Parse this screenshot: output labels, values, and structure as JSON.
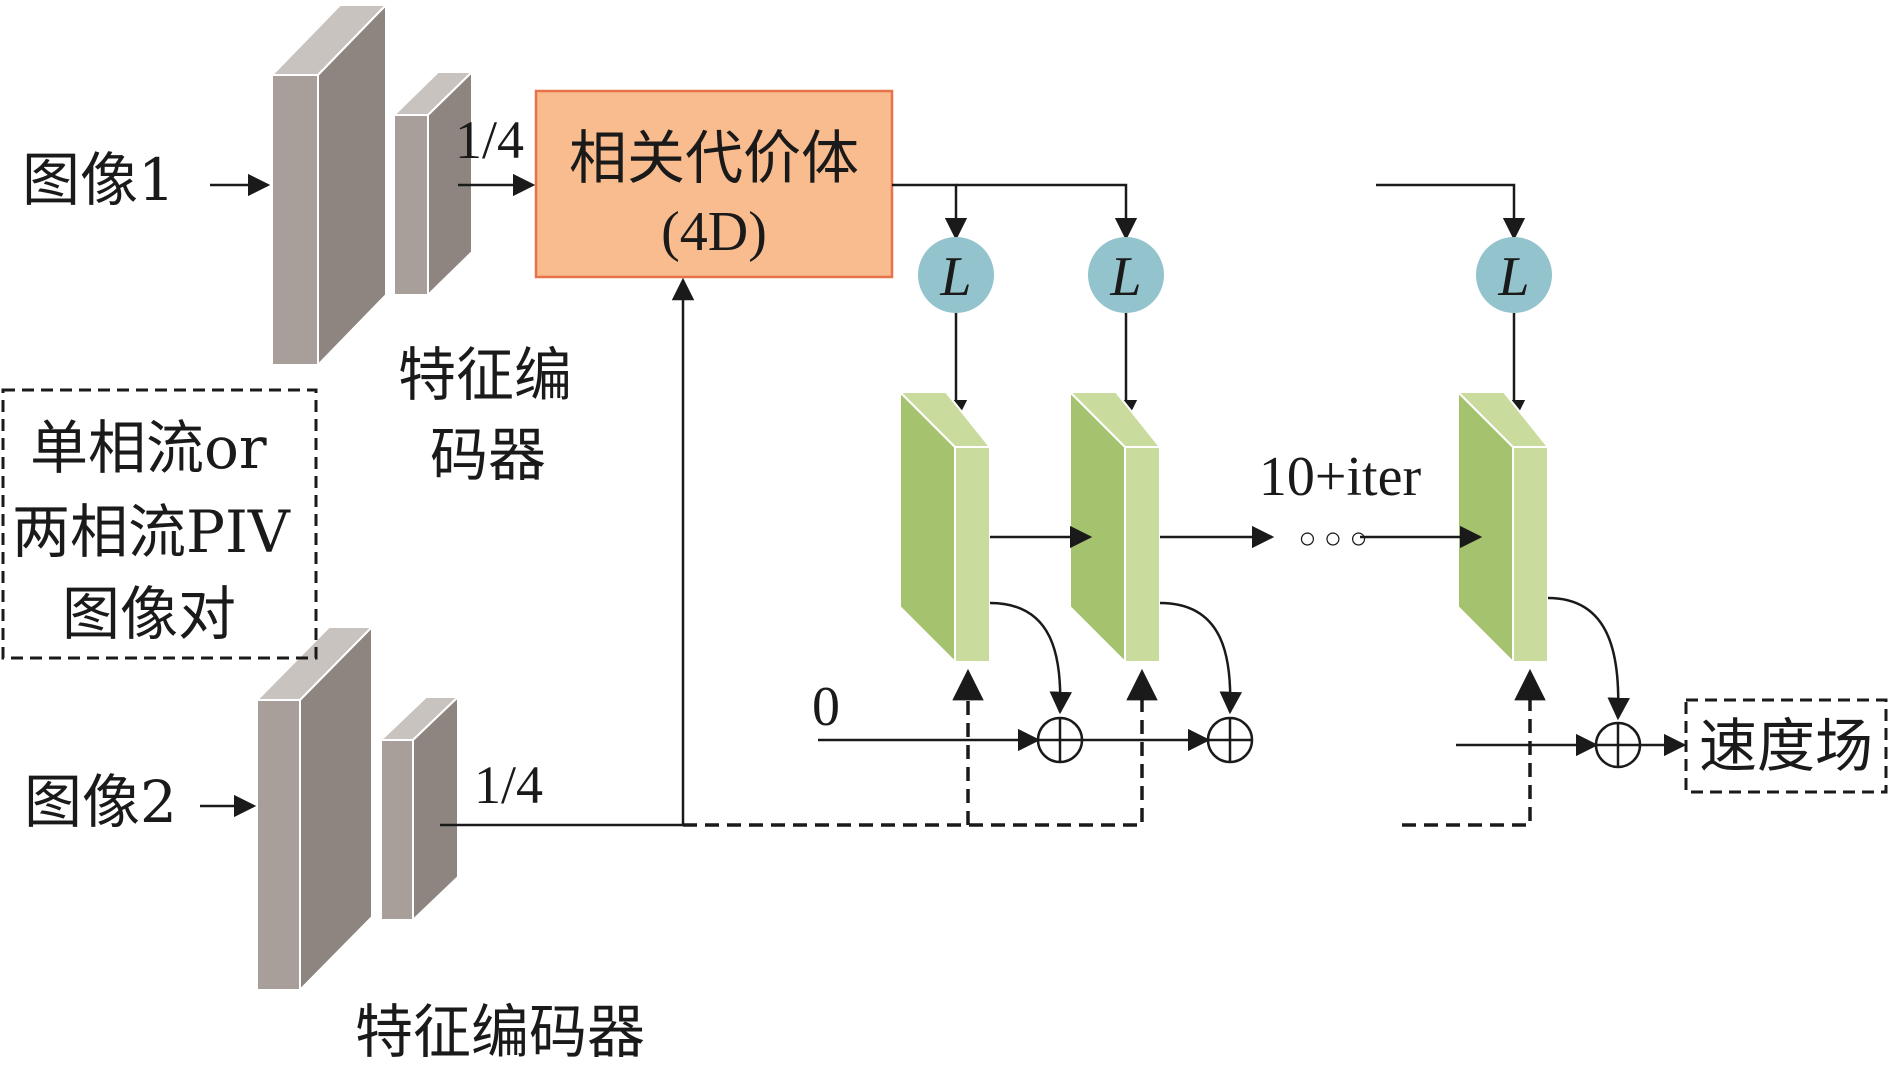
{
  "inputs": {
    "image1": "图像1",
    "image2": "图像2",
    "pair_box_line1": "单相流or",
    "pair_box_line2": "两相流PIV",
    "pair_box_line3": "图像对"
  },
  "encoder": {
    "top_label_line1": "特征编",
    "top_label_line2": "码器",
    "bottom_label": "特征编码器",
    "scale_top": "1/4",
    "scale_bottom": "1/4"
  },
  "cost_volume": {
    "title": "相关代价体",
    "subtitle": "(4D)",
    "fill": "#f9bc8f",
    "stroke": "#e8734a"
  },
  "lookup": {
    "symbol": "L",
    "fill": "#93c3cc"
  },
  "iteration": {
    "label": "10+iter",
    "ellipsis": "○ ○ ○",
    "initial_flow": "0",
    "block_dark": "#a5c36e",
    "block_light": "#cadb9e"
  },
  "output": {
    "label": "速度场"
  },
  "colors": {
    "encoder_front": "#a89f9b",
    "encoder_side": "#8e8480",
    "encoder_top": "#c9c3c0"
  }
}
